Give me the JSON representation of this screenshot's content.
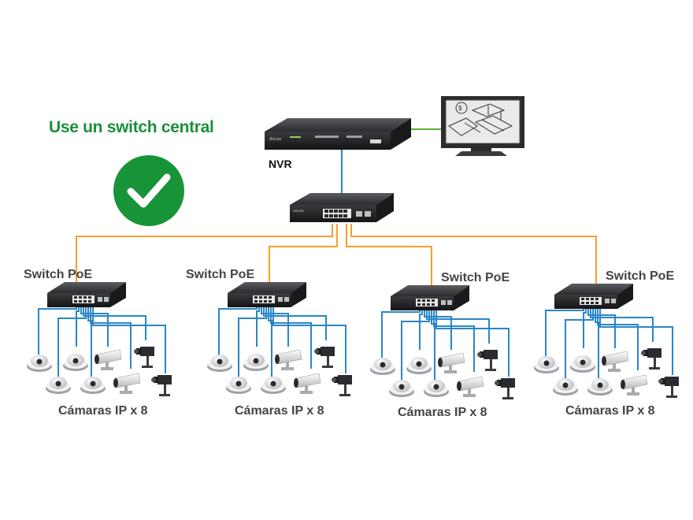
{
  "title": "Use un switch central",
  "check_color": "#179438",
  "title_color": "#1b8f3a",
  "link_colors": {
    "uplink": "#f6a02a",
    "camera": "#2a86c8",
    "nvr_link": "#2a86c8",
    "monitor_link": "#5cb33a"
  },
  "nvr": {
    "label": "NVR"
  },
  "central_switch": {
    "icon": "central-switch"
  },
  "monitor": {
    "icon": "monitor"
  },
  "groups": [
    {
      "switch_label": "Switch PoE",
      "cameras_label": "Cámaras IP x 8"
    },
    {
      "switch_label": "Switch PoE",
      "cameras_label": "Cámaras IP x 8"
    },
    {
      "switch_label": "Switch PoE",
      "cameras_label": "Cámaras IP x 8"
    },
    {
      "switch_label": "Switch PoE",
      "cameras_label": "Cámaras IP x 8"
    }
  ]
}
